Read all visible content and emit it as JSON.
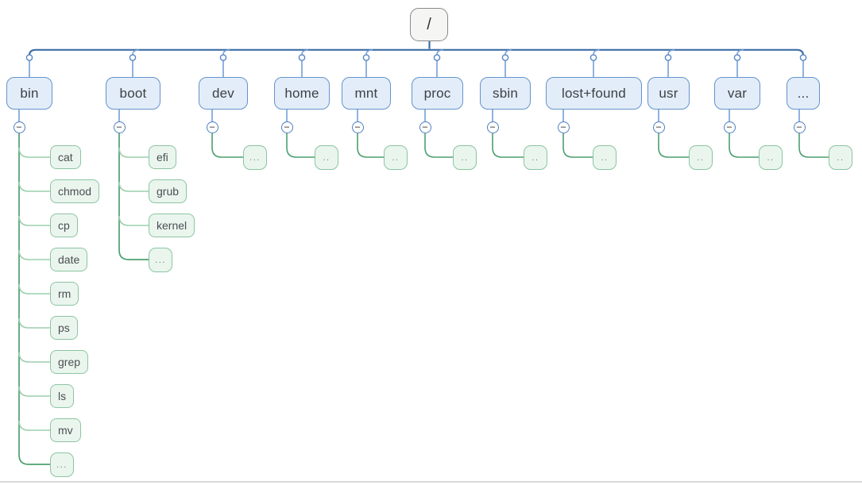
{
  "tree": {
    "root_label": "/",
    "expander_glyph": "−",
    "branches": [
      {
        "label": "bin",
        "children": [
          "cat",
          "chmod",
          "cp",
          "date",
          "rm",
          "ps",
          "grep",
          "ls",
          "mv",
          "..."
        ]
      },
      {
        "label": "boot",
        "children": [
          "efi",
          "grub",
          "kernel",
          "..."
        ]
      },
      {
        "label": "dev",
        "children": [
          "..."
        ]
      },
      {
        "label": "home",
        "children": [
          ".."
        ]
      },
      {
        "label": "mnt",
        "children": [
          ".."
        ]
      },
      {
        "label": "proc",
        "children": [
          ".."
        ]
      },
      {
        "label": "sbin",
        "children": [
          ".."
        ]
      },
      {
        "label": "lost+found",
        "children": [
          ".."
        ]
      },
      {
        "label": "usr",
        "children": [
          ".."
        ]
      },
      {
        "label": "var",
        "children": [
          ".."
        ]
      },
      {
        "label": "...",
        "children": [
          ".."
        ]
      }
    ],
    "colors": {
      "root_fill": "#f5f5f3",
      "root_border": "#87898c",
      "dir_fill": "#e3edf9",
      "dir_border": "#6493cb",
      "leaf_fill": "#eaf5ee",
      "leaf_border": "#8cc5a0",
      "main_line_blue": "#3c6ea8",
      "branch_blue": "#74a0d6",
      "trunk_green": "#4da070",
      "elbow_green": "#9ccfad"
    }
  }
}
